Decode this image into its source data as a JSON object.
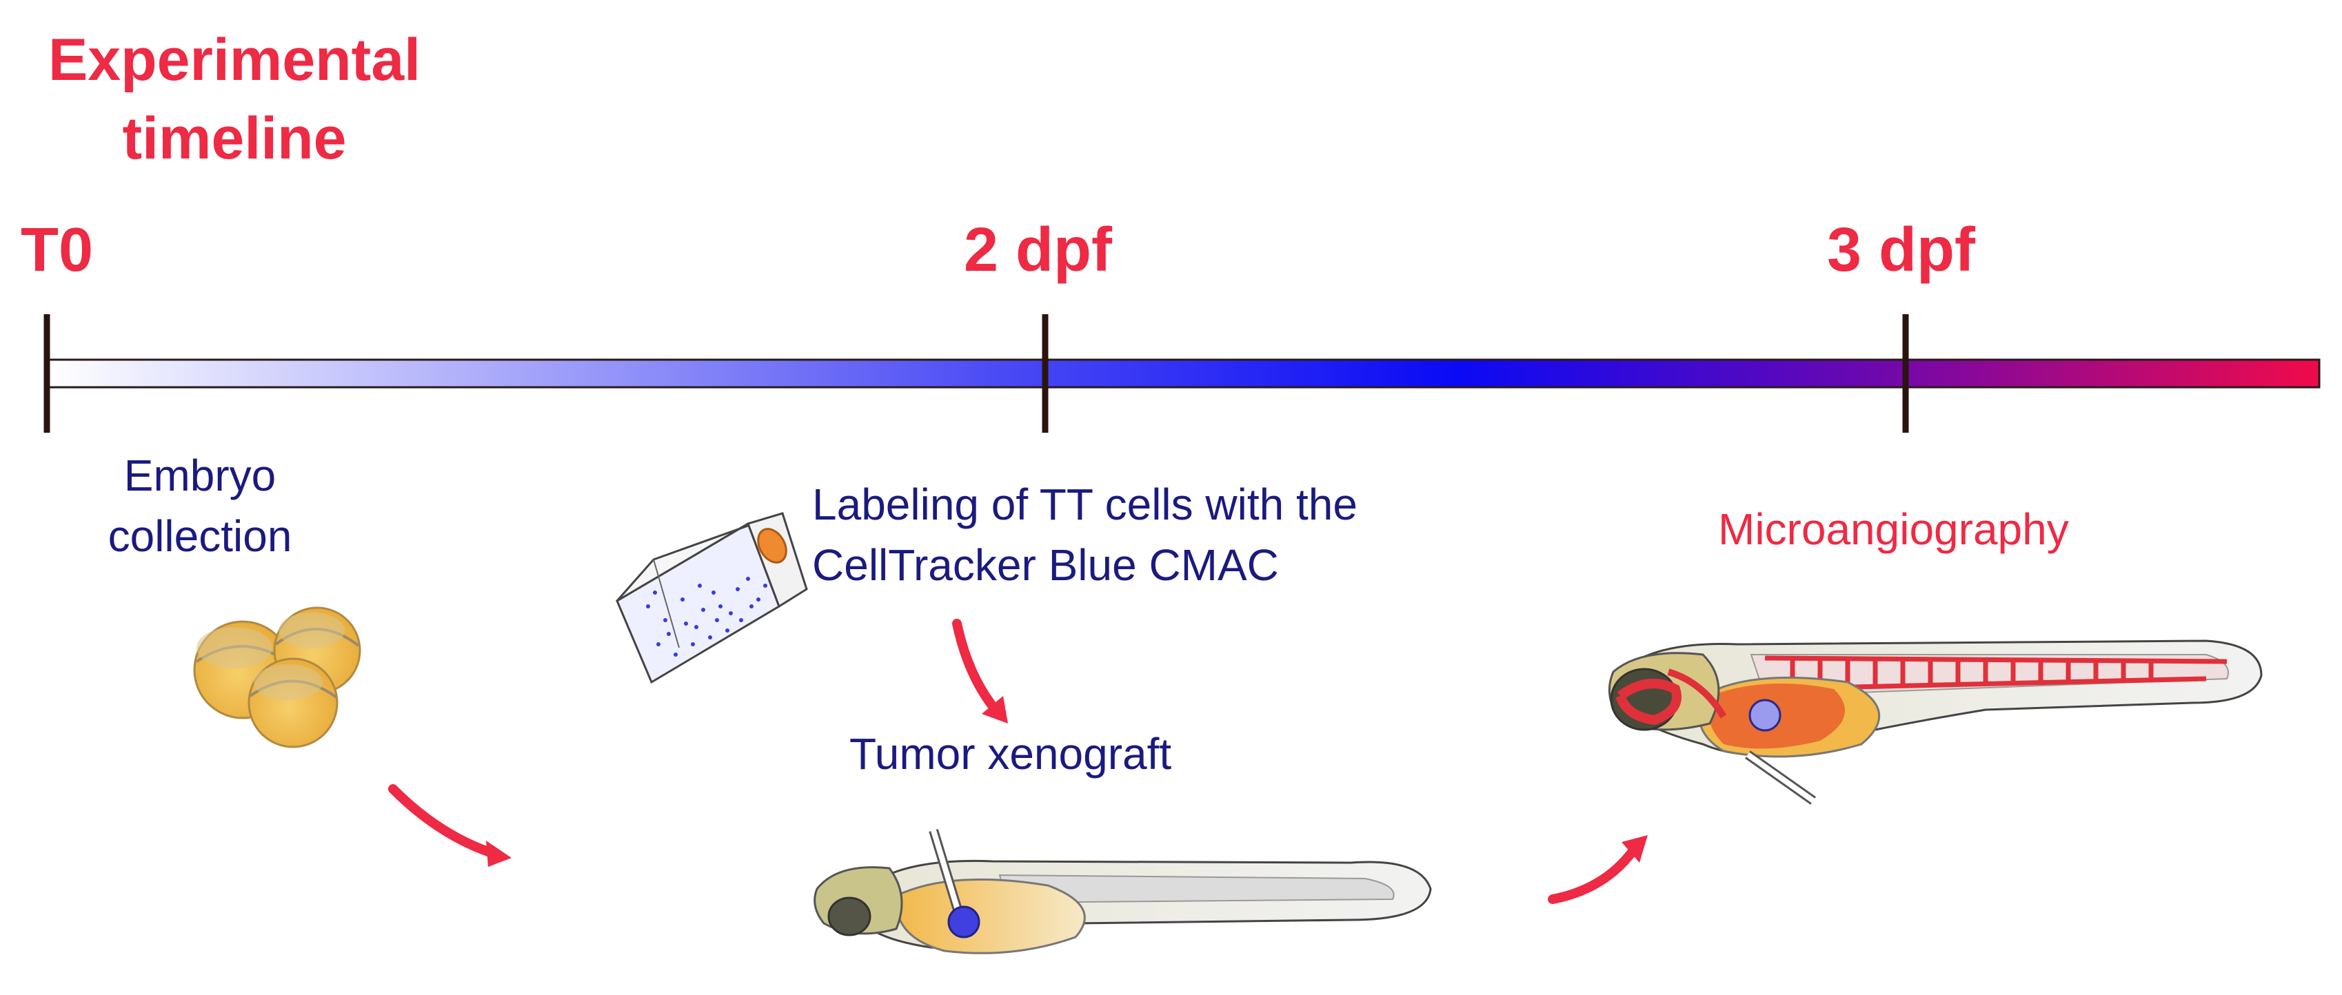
{
  "title": {
    "line1": "Experimental",
    "line2": "timeline"
  },
  "timeline": {
    "ticks": [
      {
        "label": "T0"
      },
      {
        "label": "2 dpf"
      },
      {
        "label": "3 dpf"
      }
    ],
    "gradient": [
      "#ffffff",
      "#0a0af5",
      "#ee0a4a"
    ]
  },
  "steps": {
    "embryo": {
      "line1": "Embryo",
      "line2": "collection"
    },
    "labeling": {
      "line1": "Labeling of TT cells with the",
      "line2": "CellTracker Blue CMAC"
    },
    "xenograft": {
      "label": "Tumor xenograft"
    },
    "microangio": {
      "label": "Microangiography"
    }
  },
  "colors": {
    "accent": "#ee2a44",
    "step_text": "#1a1a80",
    "embryo_fill": "#f2c35a",
    "cell_dots": "#3a3ae0",
    "tumor": "#4040e0",
    "vessels": "#e0303a"
  },
  "icons": [
    "embryo-icon",
    "culture-flask-icon",
    "zebrafish-injection-icon",
    "zebrafish-vasculature-icon",
    "curved-arrow-icon"
  ]
}
